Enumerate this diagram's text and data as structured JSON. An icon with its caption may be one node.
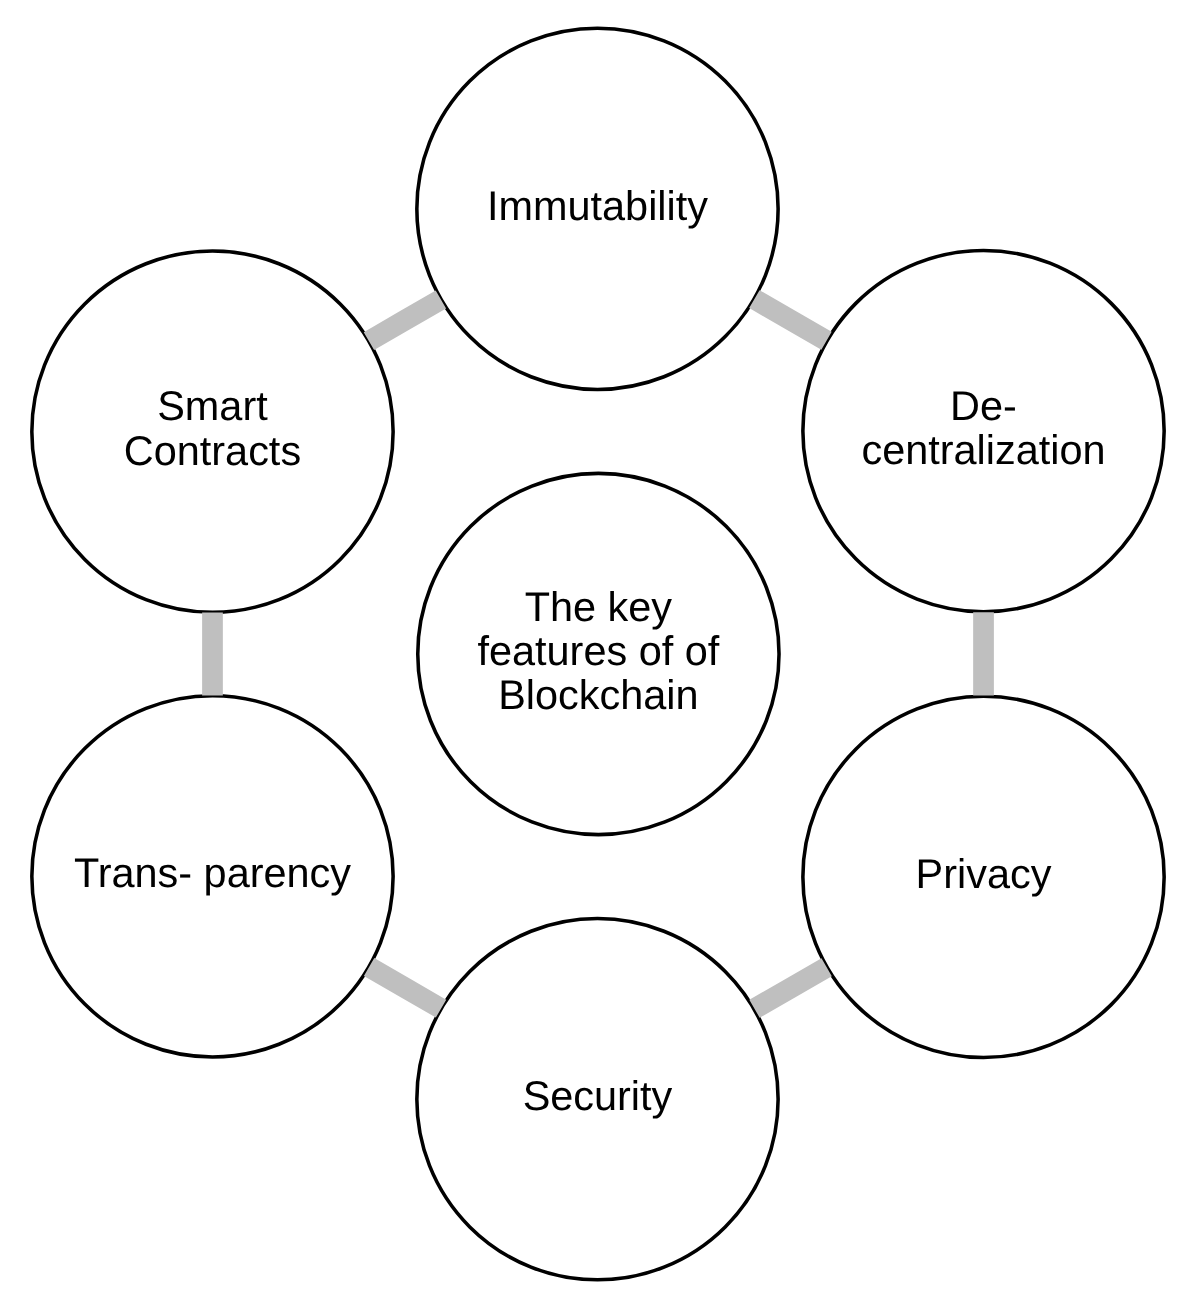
{
  "diagram": {
    "nodes": [
      {
        "text": [
          "De- centralization"
        ]
      },
      {
        "text": [
          "Privacy"
        ]
      },
      {
        "text": [
          "Immutability"
        ]
      },
      {
        "text": [
          "The key features of of Blockchain"
        ]
      },
      {
        "text": [
          "Smart Contracts"
        ]
      },
      {
        "text": [
          "Security"
        ]
      },
      {
        "text": [
          "Trans- parency"
        ]
      }
    ],
    "edges": [
      {
        "from": 0,
        "to": 2,
        "arrow": "none",
        "color": "#bfbfbf"
      },
      {
        "from": 2,
        "to": 4,
        "arrow": "none",
        "color": "#bfbfbf"
      },
      {
        "from": 4,
        "to": 6,
        "arrow": "none",
        "color": "#bfbfbf"
      },
      {
        "from": 6,
        "to": 5,
        "arrow": "none",
        "color": "#bfbfbf"
      },
      {
        "from": 5,
        "to": 1,
        "arrow": "none",
        "color": "#bfbfbf"
      },
      {
        "from": 1,
        "to": 0,
        "arrow": "none",
        "color": "#bfbfbf"
      }
    ]
  }
}
